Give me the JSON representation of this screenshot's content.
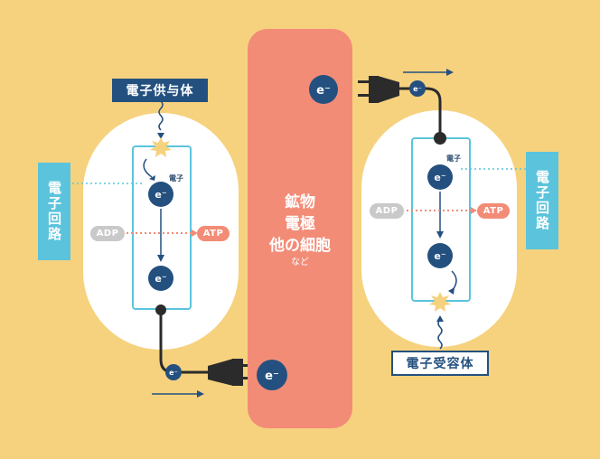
{
  "labels": {
    "donor": "電子供与体",
    "acceptor": "電子受容体",
    "circuit_left": "電子回路",
    "circuit_right": "電子回路",
    "electron_small_left": "電子",
    "electron_small_right": "電子",
    "adp_left": "ADP",
    "atp_left": "ATP",
    "adp_right": "ADP",
    "atp_right": "ATP",
    "mineral_line1": "鉱物",
    "mineral_line2": "電極",
    "mineral_line3": "他の細胞",
    "mineral_sub": "など",
    "electron": "e⁻"
  },
  "colors": {
    "background": "#f6d27e",
    "cell": "#ffffff",
    "membrane_box": "#5bc4dc",
    "electron": "#24507f",
    "mineral": "#f28c77",
    "atp": "#f28c77",
    "adp": "#c9c9c9",
    "plug": "#2b2b2b",
    "spark": "#f6d27e"
  }
}
